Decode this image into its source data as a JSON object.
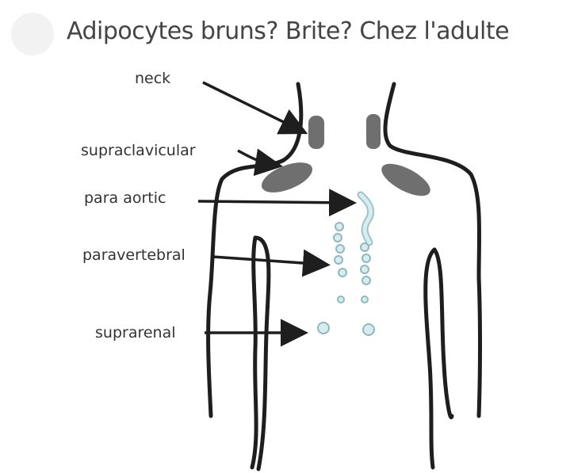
{
  "title": "Adipocytes bruns? Brite? Chez l'adulte",
  "labels": {
    "neck": "neck",
    "supraclavicular": "supraclavicular",
    "para_aortic": "para aortic",
    "paravertebral": "paravertebral",
    "suprarenal": "suprarenal"
  },
  "colors": {
    "outline": "#1e1e1e",
    "brown_fat": "#6f6f6f",
    "node_fill": "#d6ecee",
    "node_stroke": "#8fb9c0",
    "label_text": "#333333",
    "title_text": "#444444"
  }
}
